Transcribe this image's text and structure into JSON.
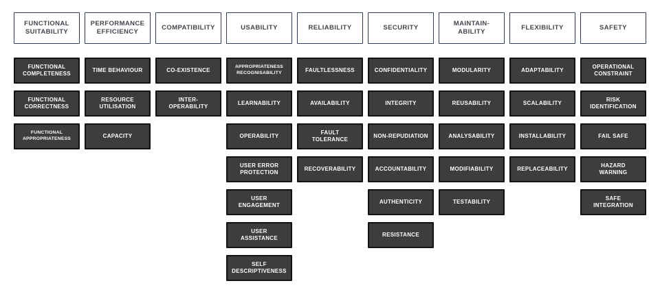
{
  "colors": {
    "header_bg": "#ffffff",
    "header_border": "#2e3c56",
    "header_text": "#40464e",
    "item_bg": "#3d3d3d",
    "item_border": "#121212",
    "item_text": "#fdfdfd",
    "page_bg": "#ffffff"
  },
  "columns": [
    {
      "header": "FUNCTIONAL\nSUITABILITY",
      "items": [
        "FUNCTIONAL\nCOMPLETENESS",
        "FUNCTIONAL\nCORRECTNESS",
        "FUNCTIONAL\nAPPROPRIATENESS"
      ]
    },
    {
      "header": "PERFORMANCE\nEFFICIENCY",
      "items": [
        "TIME BEHAVIOUR",
        "RESOURCE\nUTILISATION",
        "CAPACITY"
      ]
    },
    {
      "header": "COMPATIBILITY",
      "items": [
        "CO-EXISTENCE",
        "INTER-\nOPERABILITY"
      ]
    },
    {
      "header": "USABILITY",
      "items": [
        "APPROPRIATENESS\nRECOGNISABILITY",
        "LEARNABILITY",
        "OPERABILITY",
        "USER ERROR\nPROTECTION",
        "USER\nENGAGEMENT",
        "USER\nASSISTANCE",
        "SELF\nDESCRIPTIVENESS"
      ]
    },
    {
      "header": "RELIABILITY",
      "items": [
        "FAULTLESSNESS",
        "AVAILABILITY",
        "FAULT\nTOLERANCE",
        "RECOVERABILITY"
      ]
    },
    {
      "header": "SECURITY",
      "items": [
        "CONFIDENTIALITY",
        "INTEGRITY",
        "NON-REPUDIATION",
        "ACCOUNTABILITY",
        "AUTHENTICITY",
        "RESISTANCE"
      ]
    },
    {
      "header": "MAINTAIN-\nABILITY",
      "items": [
        "MODULARITY",
        "REUSABILITY",
        "ANALYSABILITY",
        "MODIFIABILITY",
        "TESTABILITY"
      ]
    },
    {
      "header": "FLEXIBILITY",
      "items": [
        "ADAPTABILITY",
        "SCALABILITY",
        "INSTALLABILITY",
        "REPLACEABILITY"
      ]
    },
    {
      "header": "SAFETY",
      "items": [
        "OPERATIONAL\nCONSTRAINT",
        "RISK\nIDENTIFICATION",
        "FAIL SAFE",
        "HAZARD\nWARNING",
        "SAFE\nINTEGRATION"
      ]
    }
  ]
}
